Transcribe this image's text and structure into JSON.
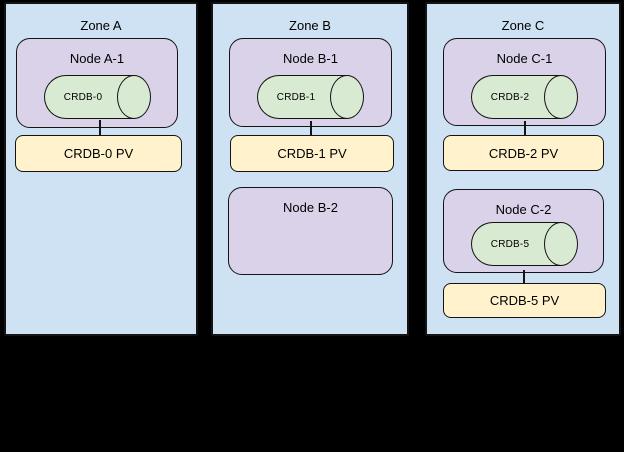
{
  "diagram": {
    "background": "#000000",
    "colors": {
      "zone_fill": "#cfe2f3",
      "node_fill": "#d9d2e9",
      "database_fill": "#d9ead3",
      "pv_fill": "#fff2cc",
      "border": "#141414"
    },
    "zones": [
      {
        "label": "Zone A",
        "nodes": [
          {
            "label": "Node A-1",
            "database": "CRDB-0",
            "pv": "CRDB-0 PV"
          }
        ]
      },
      {
        "label": "Zone B",
        "nodes": [
          {
            "label": "Node B-1",
            "database": "CRDB-1",
            "pv": "CRDB-1 PV"
          },
          {
            "label": "Node B-2"
          }
        ]
      },
      {
        "label": "Zone C",
        "nodes": [
          {
            "label": "Node C-1",
            "database": "CRDB-2",
            "pv": "CRDB-2 PV"
          },
          {
            "label": "Node C-2",
            "database": "CRDB-5",
            "pv": "CRDB-5 PV"
          }
        ]
      }
    ]
  }
}
